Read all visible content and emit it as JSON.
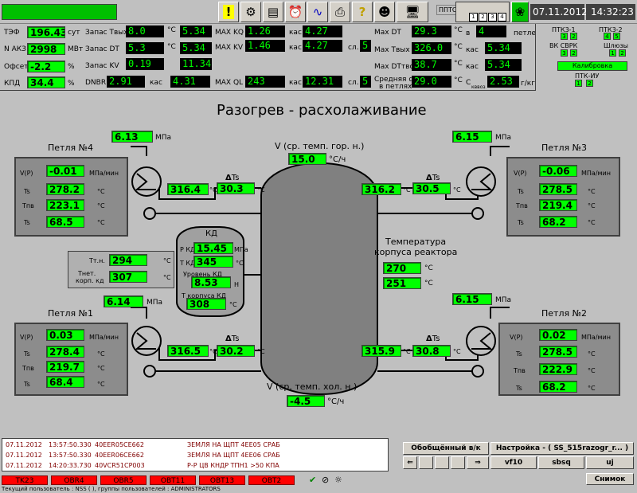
{
  "header": {
    "date": "07.11.2012",
    "time": "14:32:23",
    "ppts": "ППТС",
    "ppts_digits": [
      "1",
      "2",
      "3",
      "4"
    ]
  },
  "toolbar": {
    "icons": [
      "warning-icon",
      "gear-icon",
      "document-icon",
      "alarm-clock-icon",
      "sine-wave-icon",
      "printer-icon",
      "help-icon",
      "user-icon",
      "monitor-icon"
    ]
  },
  "params": {
    "tef": {
      "label": "ТЭФ",
      "value": "196.43",
      "unit": "сут"
    },
    "nakz": {
      "label": "N АКЗ",
      "value": "2998",
      "unit": "МВт"
    },
    "offset": {
      "label": "Офсет",
      "value": "-2.2",
      "unit": "%"
    },
    "kpd": {
      "label": "КПД",
      "value": "34.4",
      "unit": "%"
    },
    "zapas_tvyh": {
      "label": "Запас Твых",
      "v1": "8.0",
      "unit": "°С",
      "v2": "5.34"
    },
    "zapas_dt": {
      "label": "Запас DT",
      "v1": "5.3",
      "unit": "°С",
      "v2": "5.34"
    },
    "zapas_kv": {
      "label": "Запас KV",
      "v1": "0.19",
      "v2": "11.34"
    },
    "dnbr": {
      "label": "DNBR",
      "v1": "2.91",
      "mid": "кас",
      "v2": "4.31"
    },
    "max_kq": {
      "label": "MAX KQ",
      "v1": "1.26",
      "mid": "кас",
      "v2": "4.27"
    },
    "max_kv": {
      "label": "MAX KV",
      "v1": "1.46",
      "mid": "кас",
      "v2": "4.27",
      "sl": "сл.",
      "v3": "5"
    },
    "max_ql": {
      "label": "MAX QL",
      "v1": "243",
      "mid": "кас",
      "v2": "12.31",
      "sl": "сл.",
      "v3": "5"
    },
    "max_dt": {
      "label": "Max DT",
      "v1": "29.3",
      "unit": "°С",
      "b": "в",
      "v2": "4",
      "tail": "петле"
    },
    "max_tvyh": {
      "label": "Max Tвых",
      "v1": "326.0",
      "unit": "°С",
      "mid": "кас",
      "v2": "5.34"
    },
    "max_dttvs": {
      "label": "Max DTтвс",
      "v1": "38.7",
      "unit": "°С",
      "mid": "кас",
      "v2": "5.34"
    },
    "sred_dt": {
      "label1": "Средняя dT",
      "label2": "в петлях",
      "v1": "29.0",
      "unit": "°С",
      "c": "С",
      "sub": "кввоз",
      "v2": "2.53",
      "tail": "г/кг"
    }
  },
  "ptk": {
    "ptk31": "ПТК3-1",
    "ptk32": "ПТК3-2",
    "vk": "ВК СВРК",
    "shl": "Шлюзы",
    "kal": "Калибровка",
    "ptkiu": "ПТК-ИУ",
    "n1": "3",
    "n2": "2",
    "n3": "4",
    "n4": "5",
    "n5": "3",
    "n6": "2",
    "n7": "1",
    "n8": "2",
    "n9": "1",
    "n10": "2"
  },
  "main": {
    "title": "Разогрев - расхолаживание",
    "v_hot_label": "V (ср. темп. гор. н.)",
    "v_hot": "15.0",
    "v_hot_unit": "°С/ч",
    "v_cold_label": "V (ср. темп. хол. н.)",
    "v_cold": "-4.5",
    "v_cold_unit": "°С/ч",
    "corpus_label1": "Температура",
    "corpus_label2": "корпуса реактора",
    "corpus_t1": "270",
    "corpus_t2": "251",
    "c": "°С",
    "mpa": "МПа",
    "mpanin": "МПа/мин",
    "degc": "°С",
    "dts": "Ts"
  },
  "loops": {
    "l4": {
      "title": "Петля №4",
      "p": "6.13",
      "vp": "-0.01",
      "ts": "278.2",
      "tpv": "223.1",
      "ts2": "68.5",
      "t": "316.4",
      "dt": "30.3"
    },
    "l3": {
      "title": "Петля №3",
      "p": "6.15",
      "vp": "-0.06",
      "ts": "278.5",
      "tpv": "219.4",
      "ts2": "68.2",
      "t": "316.2",
      "dt": "30.5"
    },
    "l1": {
      "title": "Петля №1",
      "p": "6.14",
      "vp": "0.03",
      "ts": "278.4",
      "tpv": "219.7",
      "ts2": "68.4",
      "t": "316.5",
      "dt": "30.2"
    },
    "l2": {
      "title": "Петля №2",
      "p": "6.15",
      "vp": "0.02",
      "ts": "278.5",
      "tpv": "222.9",
      "ts2": "68.2",
      "t": "315.9",
      "dt": "30.8"
    },
    "row_vp": "V(P)",
    "row_ts": "Ts",
    "row_tpv": "Tпв"
  },
  "kd": {
    "title": "КД",
    "p_label": "Р КД",
    "p": "15.45",
    "p_unit": "МПа",
    "t_label": "Т КД",
    "t": "345",
    "level_label": "Уровень КД",
    "level": "8.53",
    "level_unit": "Н",
    "tk_label": "Т корпуса КД",
    "tk": "308"
  },
  "tt": {
    "tt_label": "Тт.н.",
    "tt": "294",
    "tnet_label1": "Тнет.",
    "tnet_label2": "корп. кд",
    "tnet": "307"
  },
  "events": [
    {
      "date": "07.11.2012",
      "time": "13:57:50.330",
      "code": "40EER05CE662",
      "text": "ЗЕМЛЯ НА ЩПТ 4ЕЕ05 СРАБ"
    },
    {
      "date": "07.11.2012",
      "time": "13:57:50.330",
      "code": "40EER06CE662",
      "text": "ЗЕМЛЯ НА ЩПТ 4ЕЕ06 СРАБ"
    },
    {
      "date": "07.11.2012",
      "time": "14:20:33.730",
      "code": "40VCR51CP003",
      "text": "Р-Р ЦВ КНДР ТПН1 >50 КПА"
    }
  ],
  "nav": {
    "general": "Обобщённый в/к",
    "settings": "Настройка - ( SS_515razogr_r... )",
    "vf10": "vf10",
    "sbsq": "sbsq",
    "uj": "uj",
    "snapshot": "Снимок"
  },
  "alarms": [
    "TK23",
    "OBR4",
    "OBR5",
    "OBT11",
    "OBT13",
    "OBT2"
  ],
  "status": "Текущий пользователь : NSS ( ), группы пользователей : ADMINISTRATORS"
}
